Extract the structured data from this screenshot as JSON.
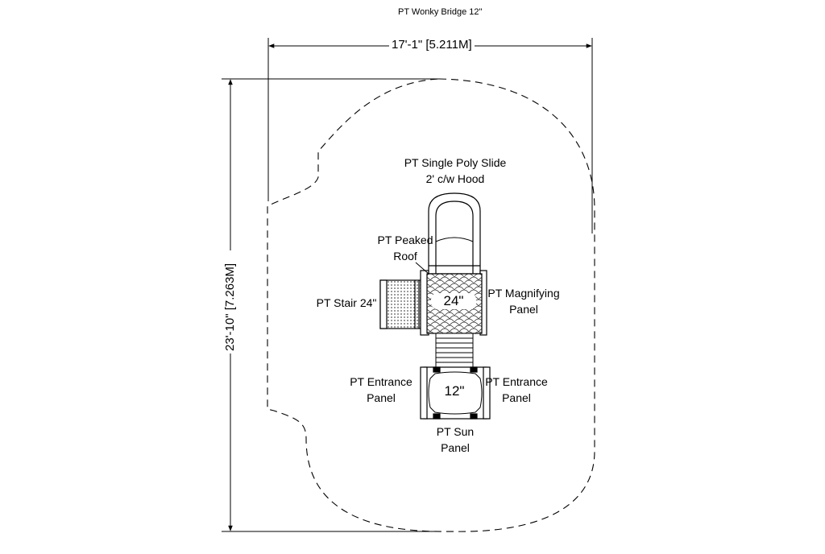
{
  "title": "PT Wonky Bridge 12\"",
  "dimensions": {
    "width": "17'-1\" [5.211M]",
    "depth": "23'-10\" [7.263M]"
  },
  "labels": {
    "slide": [
      "PT Single Poly Slide",
      "2' c/w Hood"
    ],
    "roof": [
      "PT Peaked",
      "Roof"
    ],
    "stair": [
      "PT Stair 24\""
    ],
    "magnifying": [
      "PT Magnifying",
      "Panel"
    ],
    "entrance_left": [
      "PT Entrance",
      "Panel"
    ],
    "entrance_right": [
      "PT Entrance",
      "Panel"
    ],
    "sun": [
      "PT Sun",
      "Panel"
    ]
  },
  "decks": {
    "large": "24\"",
    "small": "12\""
  }
}
